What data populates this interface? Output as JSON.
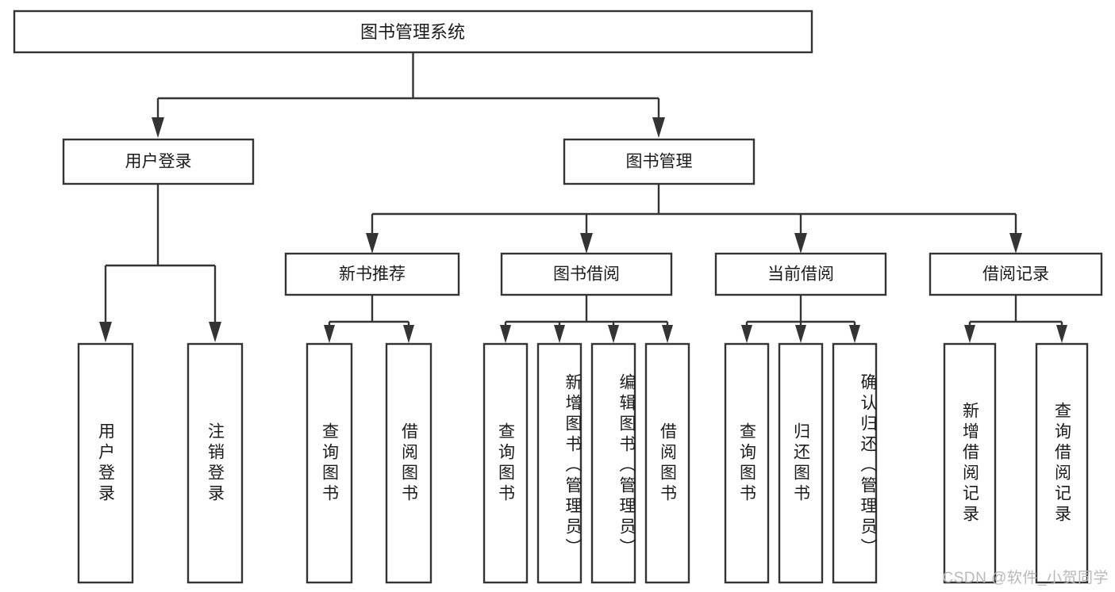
{
  "diagram": {
    "type": "tree",
    "title": "图书管理系统",
    "watermark": "CSDN @软件_小贺同学",
    "colors": {
      "background": "#ffffff",
      "stroke": "#343434",
      "text": "#1b1b1b",
      "box_fill": "#ffffff",
      "watermark": "#b9b9b9"
    },
    "root": {
      "label": "图书管理系统"
    },
    "level2": [
      {
        "label": "用户登录"
      },
      {
        "label": "图书管理"
      }
    ],
    "level3": [
      {
        "label": "新书推荐",
        "parent": "图书管理"
      },
      {
        "label": "图书借阅",
        "parent": "图书管理"
      },
      {
        "label": "当前借阅",
        "parent": "图书管理"
      },
      {
        "label": "借阅记录",
        "parent": "图书管理"
      }
    ],
    "leaves": {
      "user_login": [
        {
          "label": "用户登录"
        },
        {
          "label": "注销登录"
        }
      ],
      "new_book_recommend": [
        {
          "label": "查询图书"
        },
        {
          "label": "借阅图书"
        }
      ],
      "book_borrow": [
        {
          "label": "查询图书"
        },
        {
          "label": "新增图书（管理员）"
        },
        {
          "label": "编辑图书（管理员）"
        },
        {
          "label": "借阅图书"
        }
      ],
      "current_borrow": [
        {
          "label": "查询图书"
        },
        {
          "label": "归还图书"
        },
        {
          "label": "确认归还（管理员）"
        }
      ],
      "borrow_record": [
        {
          "label": "新增借阅记录"
        },
        {
          "label": "查询借阅记录"
        }
      ]
    }
  }
}
